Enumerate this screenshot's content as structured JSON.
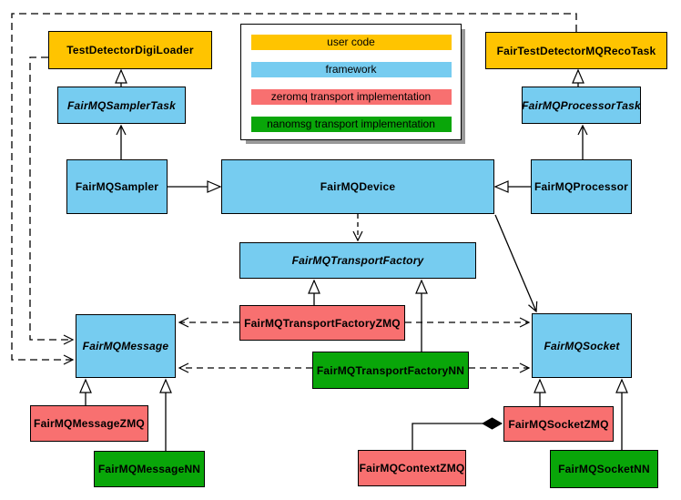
{
  "colors": {
    "user": "#FFC400",
    "framework": "#76CCF0",
    "zeromq": "#F87070",
    "nanomsg": "#09A609",
    "line": "#000000",
    "shadow": "#999999"
  },
  "legend": {
    "items": [
      {
        "label": "user code",
        "color": "#FFC400"
      },
      {
        "label": "framework",
        "color": "#76CCF0"
      },
      {
        "label": "zeromq transport implementation",
        "color": "#F87070"
      },
      {
        "label": "nanomsg transport implementation",
        "color": "#09A609"
      }
    ]
  },
  "nodes": [
    {
      "id": "digiloader",
      "label": "TestDetectorDigiLoader",
      "category": "user",
      "abstract": false
    },
    {
      "id": "samplertask",
      "label": "FairMQSamplerTask",
      "category": "framework",
      "abstract": true
    },
    {
      "id": "sampler",
      "label": "FairMQSampler",
      "category": "framework",
      "abstract": false
    },
    {
      "id": "device",
      "label": "FairMQDevice",
      "category": "framework",
      "abstract": false
    },
    {
      "id": "processor",
      "label": "FairMQProcessor",
      "category": "framework",
      "abstract": false
    },
    {
      "id": "processortask",
      "label": "FairMQProcessorTask",
      "category": "framework",
      "abstract": true
    },
    {
      "id": "recotask",
      "label": "FairTestDetectorMQRecoTask",
      "category": "user",
      "abstract": false
    },
    {
      "id": "transportfactory",
      "label": "FairMQTransportFactory",
      "category": "framework",
      "abstract": true
    },
    {
      "id": "tfzmq",
      "label": "FairMQTransportFactoryZMQ",
      "category": "zeromq",
      "abstract": false
    },
    {
      "id": "tfnn",
      "label": "FairMQTransportFactoryNN",
      "category": "nanomsg",
      "abstract": false
    },
    {
      "id": "message",
      "label": "FairMQMessage",
      "category": "framework",
      "abstract": true
    },
    {
      "id": "socket",
      "label": "FairMQSocket",
      "category": "framework",
      "abstract": true
    },
    {
      "id": "messagezmq",
      "label": "FairMQMessageZMQ",
      "category": "zeromq",
      "abstract": false
    },
    {
      "id": "messagenn",
      "label": "FairMQMessageNN",
      "category": "nanomsg",
      "abstract": false
    },
    {
      "id": "contextzmq",
      "label": "FairMQContextZMQ",
      "category": "zeromq",
      "abstract": false
    },
    {
      "id": "socketzmq",
      "label": "FairMQSocketZMQ",
      "category": "zeromq",
      "abstract": false
    },
    {
      "id": "socketnn",
      "label": "FairMQSocketNN",
      "category": "nanomsg",
      "abstract": false
    }
  ],
  "edges": [
    {
      "from": "FairMQSamplerTask",
      "to": "TestDetectorDigiLoader",
      "arrow": "hollow-triangle",
      "line": "solid"
    },
    {
      "from": "FairMQSampler",
      "to": "FairMQSamplerTask",
      "arrow": "open",
      "line": "solid"
    },
    {
      "from": "FairMQSampler",
      "to": "FairMQDevice",
      "arrow": "hollow-triangle",
      "line": "solid"
    },
    {
      "from": "FairMQProcessor",
      "to": "FairMQDevice",
      "arrow": "hollow-triangle",
      "line": "solid"
    },
    {
      "from": "FairMQProcessor",
      "to": "FairMQProcessorTask",
      "arrow": "open",
      "line": "solid"
    },
    {
      "from": "FairMQProcessorTask",
      "to": "FairTestDetectorMQRecoTask",
      "arrow": "hollow-triangle",
      "line": "solid"
    },
    {
      "from": "FairMQDevice",
      "to": "FairMQTransportFactory",
      "arrow": "open",
      "line": "dashed"
    },
    {
      "from": "FairMQDevice",
      "to": "FairMQSocket",
      "arrow": "open",
      "line": "solid"
    },
    {
      "from": "FairMQTransportFactoryZMQ",
      "to": "FairMQTransportFactory",
      "arrow": "hollow-triangle",
      "line": "solid"
    },
    {
      "from": "FairMQTransportFactoryNN",
      "to": "FairMQTransportFactory",
      "arrow": "hollow-triangle",
      "line": "solid"
    },
    {
      "from": "FairMQTransportFactoryZMQ",
      "to": "FairMQMessage",
      "arrow": "open",
      "line": "dashed"
    },
    {
      "from": "FairMQTransportFactoryZMQ",
      "to": "FairMQSocket",
      "arrow": "open",
      "line": "dashed"
    },
    {
      "from": "FairMQTransportFactoryNN",
      "to": "FairMQMessage",
      "arrow": "open",
      "line": "dashed"
    },
    {
      "from": "FairMQTransportFactoryNN",
      "to": "FairMQSocket",
      "arrow": "open",
      "line": "dashed"
    },
    {
      "from": "TestDetectorDigiLoader",
      "to": "FairMQMessage",
      "arrow": "open",
      "line": "dashed"
    },
    {
      "from": "FairTestDetectorMQRecoTask",
      "to": "FairMQMessage",
      "arrow": "open",
      "line": "dashed"
    },
    {
      "from": "FairMQMessageZMQ",
      "to": "FairMQMessage",
      "arrow": "hollow-triangle",
      "line": "solid"
    },
    {
      "from": "FairMQMessageNN",
      "to": "FairMQMessage",
      "arrow": "hollow-triangle",
      "line": "solid"
    },
    {
      "from": "FairMQSocketZMQ",
      "to": "FairMQSocket",
      "arrow": "hollow-triangle",
      "line": "solid"
    },
    {
      "from": "FairMQSocketNN",
      "to": "FairMQSocket",
      "arrow": "hollow-triangle",
      "line": "solid"
    },
    {
      "from": "FairMQContextZMQ",
      "to": "FairMQSocketZMQ",
      "arrow": "filled-diamond",
      "line": "solid"
    }
  ]
}
